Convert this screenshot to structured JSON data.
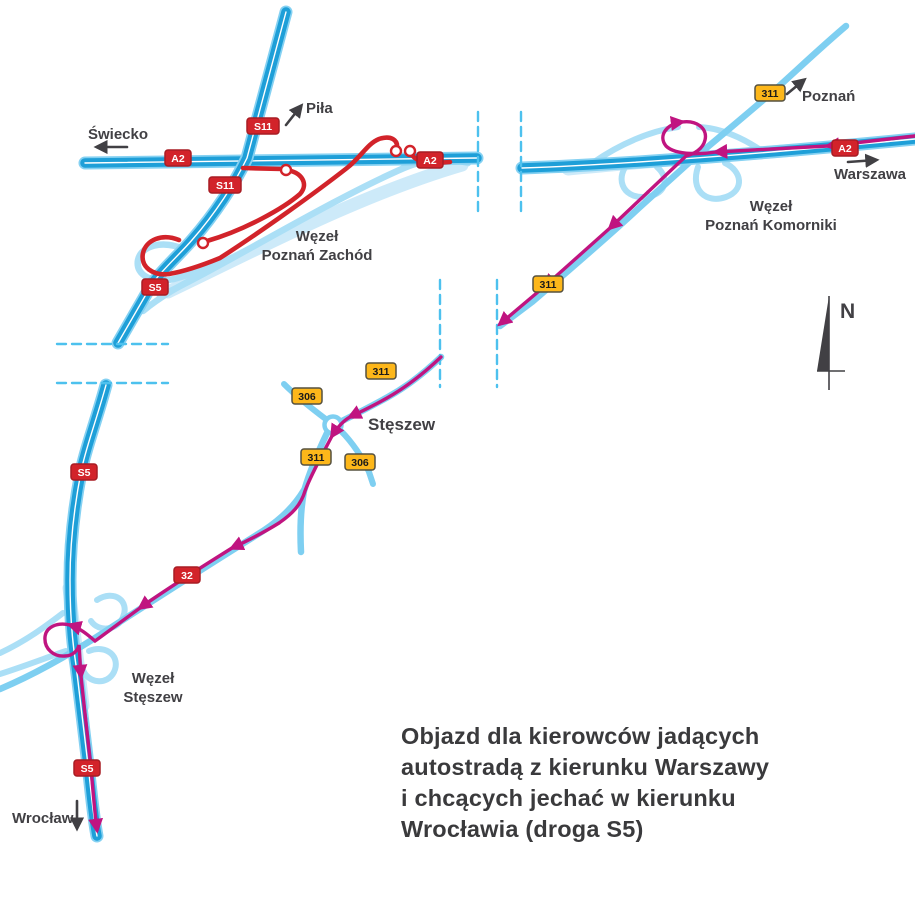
{
  "colors": {
    "motorway_blue": "#1E9FD8",
    "road_casing_blue": "#85D1F2",
    "ramp_blue": "#ABDFF6",
    "secondary_road_blue": "#7ECFF1",
    "detour_purple": "#C01480",
    "closed_route_red": "#D2232A",
    "shield_red_fill": "#D2232A",
    "shield_yellow_fill": "#FDB71A",
    "label_dark": "#414044"
  },
  "shields": {
    "a2": "A2",
    "s11": "S11",
    "s5": "S5",
    "r32": "32",
    "r311": "311",
    "r306": "306"
  },
  "cities": {
    "swiecko": "Świecko",
    "pila": "Piła",
    "poznan": "Poznań",
    "warszawa": "Warszawa",
    "wroclaw": "Wrocław"
  },
  "junctions": {
    "poznan_zachod": {
      "line1": "Węzeł",
      "line2": "Poznań Zachód"
    },
    "poznan_komorniki": {
      "line1": "Węzeł",
      "line2": "Poznań Komorniki"
    },
    "steszew": {
      "line1": "Węzeł",
      "line2": "Stęszew"
    }
  },
  "town": {
    "steszew": "Stęszew"
  },
  "compass": {
    "label": "N"
  },
  "caption": {
    "lines": [
      "Objazd dla kierowców jadących",
      "autostradą z kierunku Warszawy",
      "i chcących jechać w kierunku",
      "Wrocławia (droga S5)"
    ]
  }
}
